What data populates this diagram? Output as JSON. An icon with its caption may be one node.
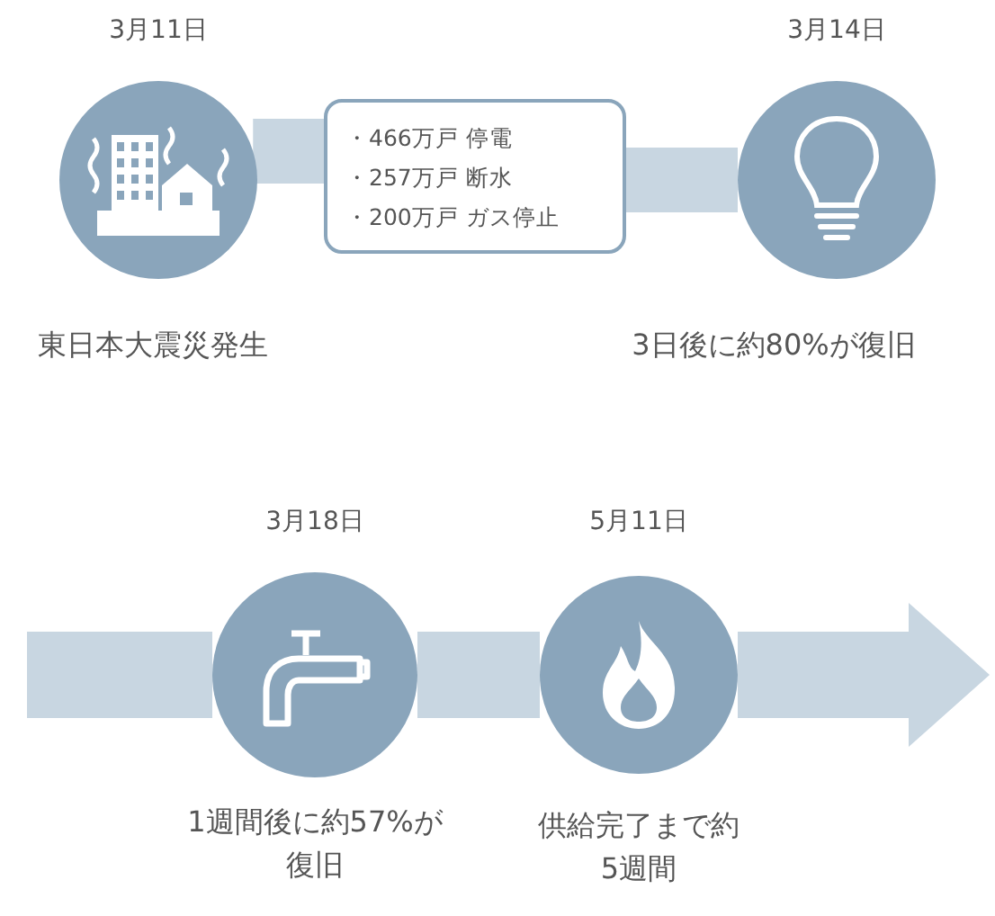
{
  "diagram": {
    "nodes": [
      {
        "text": [
          "3月11日"
        ],
        "beside": [
          "東日本大震災発生"
        ]
      },
      {
        "text": [
          "・466万戸 停電",
          "・257万戸 断水",
          "・200万戸 ガス停止"
        ]
      },
      {
        "text": [
          "3月14日"
        ],
        "beside": [
          "3日後に約80%が復旧"
        ]
      },
      {
        "text": [
          "3月18日"
        ],
        "beside": [
          "1週間後に約57%が復旧"
        ]
      },
      {
        "text": [
          "5月11日"
        ],
        "beside": [
          "供給完了まで約5週間"
        ]
      }
    ],
    "edges": [
      {
        "from": 0,
        "to": 1,
        "arrow": "none"
      },
      {
        "from": 1,
        "to": 2,
        "arrow": "none"
      },
      {
        "from": null,
        "to": 3,
        "arrow": "none"
      },
      {
        "from": 3,
        "to": 4,
        "arrow": "none"
      },
      {
        "from": 4,
        "to": null,
        "arrow": "to"
      }
    ]
  }
}
